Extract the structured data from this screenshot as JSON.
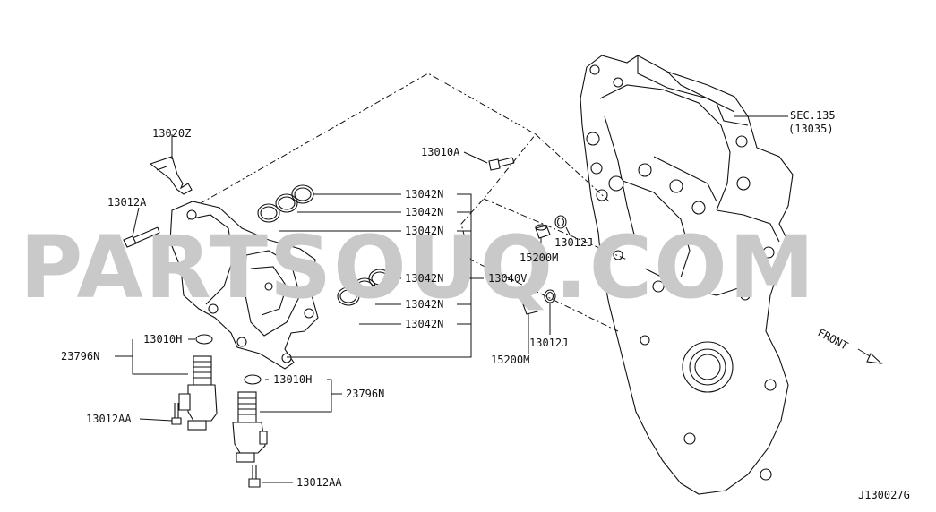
{
  "watermark": "PARTSOUQ.COM",
  "direction_label": "FRONT",
  "diagram_code": "J130027G",
  "section_ref": {
    "line1": "SEC.135",
    "line2": "(13035)"
  },
  "labels": {
    "l13020Z": "13020Z",
    "l13012A": "13012A",
    "l13010A": "13010A",
    "l13042N_1": "13042N",
    "l13042N_2": "13042N",
    "l13042N_3": "13042N",
    "l13042N_4": "13042N",
    "l13042N_5": "13042N",
    "l13042N_6": "13042N",
    "l13040V": "13040V",
    "l13012J_1": "13012J",
    "l13012J_2": "13012J",
    "l15200M_1": "15200M",
    "l15200M_2": "15200M",
    "l13010H_1": "13010H",
    "l13010H_2": "13010H",
    "l23796N_1": "23796N",
    "l23796N_2": "23796N",
    "l13012AA_1": "13012AA",
    "l13012AA_2": "13012AA"
  }
}
